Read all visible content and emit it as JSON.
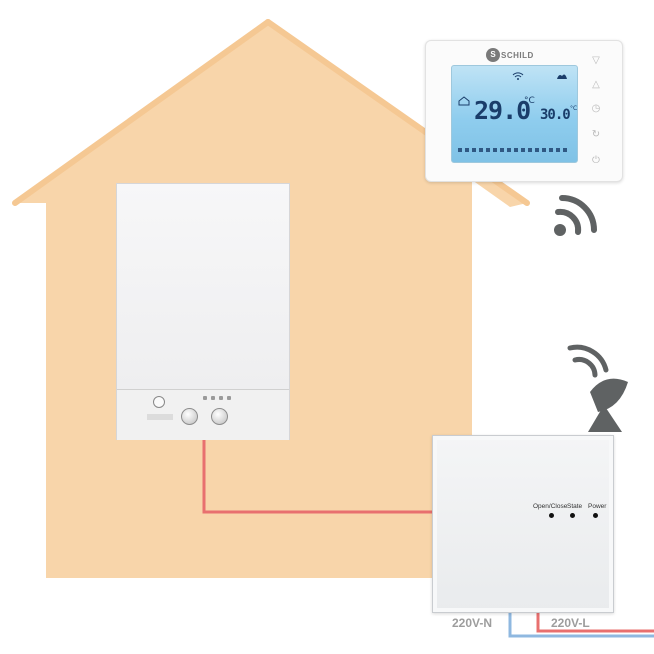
{
  "thermostat": {
    "brand": "SCHILD",
    "current_temp": "29.0",
    "current_unit": "°C",
    "set_temp": "30.0",
    "set_unit": "°C"
  },
  "receiver": {
    "labels": [
      "Open/Close",
      "State",
      "Power"
    ]
  },
  "wires": {
    "neutral_label": "220V-N",
    "live_label": "220V-L"
  },
  "colors": {
    "house": "#f8d5aa",
    "wire_signal": "#e8706f",
    "wire_neutral": "#8fb8e0",
    "wireless_icon": "#5f6263",
    "screen": "#8fcdee"
  },
  "icons": [
    "wifi-signal-icon",
    "satellite-dish-icon",
    "power-icon",
    "clock-icon",
    "up-arrow-icon",
    "down-arrow-icon",
    "mode-icon"
  ]
}
